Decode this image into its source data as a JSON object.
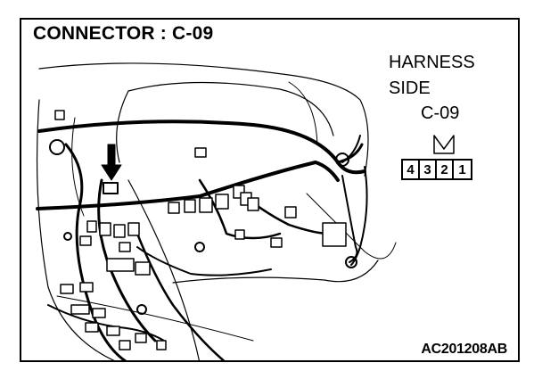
{
  "header": {
    "title": "CONNECTOR : C-09"
  },
  "harness": {
    "line1": "HARNESS",
    "line2": "SIDE",
    "connector": "C-09"
  },
  "pins": [
    "4",
    "3",
    "2",
    "1"
  ],
  "footer": {
    "code": "AC201208AB"
  },
  "colors": {
    "line": "#000000",
    "background": "#ffffff"
  }
}
